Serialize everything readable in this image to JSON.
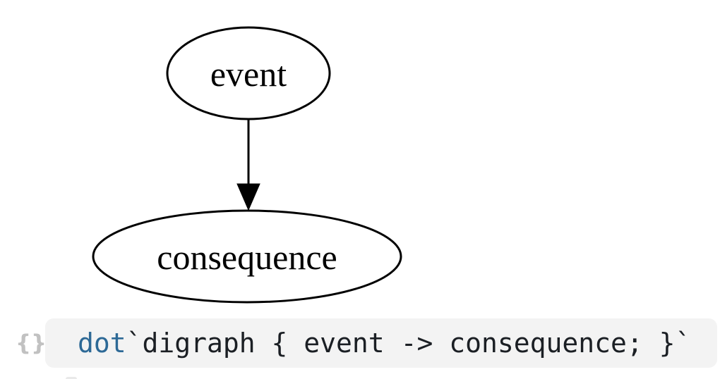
{
  "diagram": {
    "type": "digraph",
    "nodes": [
      {
        "id": "event",
        "label": "event",
        "shape": "ellipse"
      },
      {
        "id": "consequence",
        "label": "consequence",
        "shape": "ellipse"
      }
    ],
    "edges": [
      {
        "from": "event",
        "to": "consequence",
        "directed": true
      }
    ]
  },
  "code_cell": {
    "gutter_icon": "curly-braces",
    "gutter_glyph": "{}",
    "keyword": "dot",
    "source_rest": "`digraph { event -> consequence; }`"
  },
  "colors": {
    "keyword_blue": "#2d6996",
    "code_text": "#1b1f24",
    "cell_background": "#f3f3f3",
    "gutter_icon_gray": "#c1c1c1",
    "node_stroke": "#000000",
    "page_background": "#ffffff"
  }
}
